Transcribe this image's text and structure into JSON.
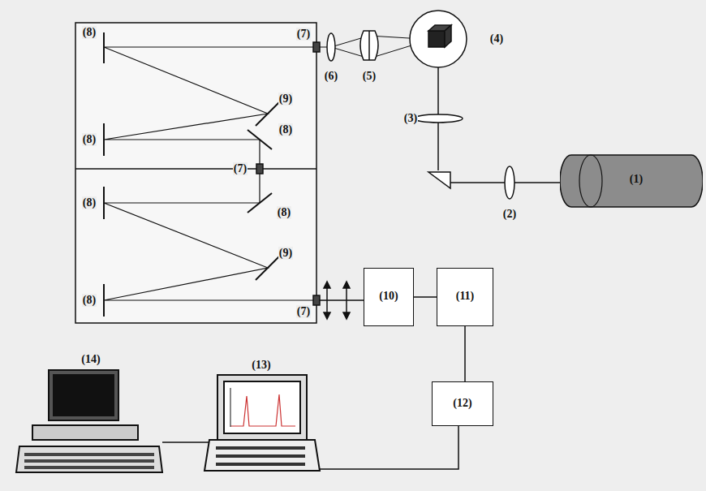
{
  "diagram": {
    "nodes": [
      {
        "text": [
          "(1)"
        ]
      },
      {
        "text": [
          "(10)"
        ]
      },
      {
        "text": [
          "(11)"
        ]
      },
      {
        "text": [
          "(12)"
        ]
      }
    ],
    "edges": [
      {
        "from": 1,
        "to": 2,
        "arrow": "none"
      },
      {
        "from": 2,
        "to": 3,
        "arrow": "none"
      }
    ],
    "labels": [
      "(8)",
      "(7)",
      "(4)",
      "(9)",
      "(6)",
      "(5)",
      "(3)",
      "(8)",
      "(8)",
      "(7)",
      "(2)",
      "(8)",
      "(8)",
      "(9)",
      "(8)",
      "(7)",
      "(14)",
      "(13)"
    ]
  }
}
